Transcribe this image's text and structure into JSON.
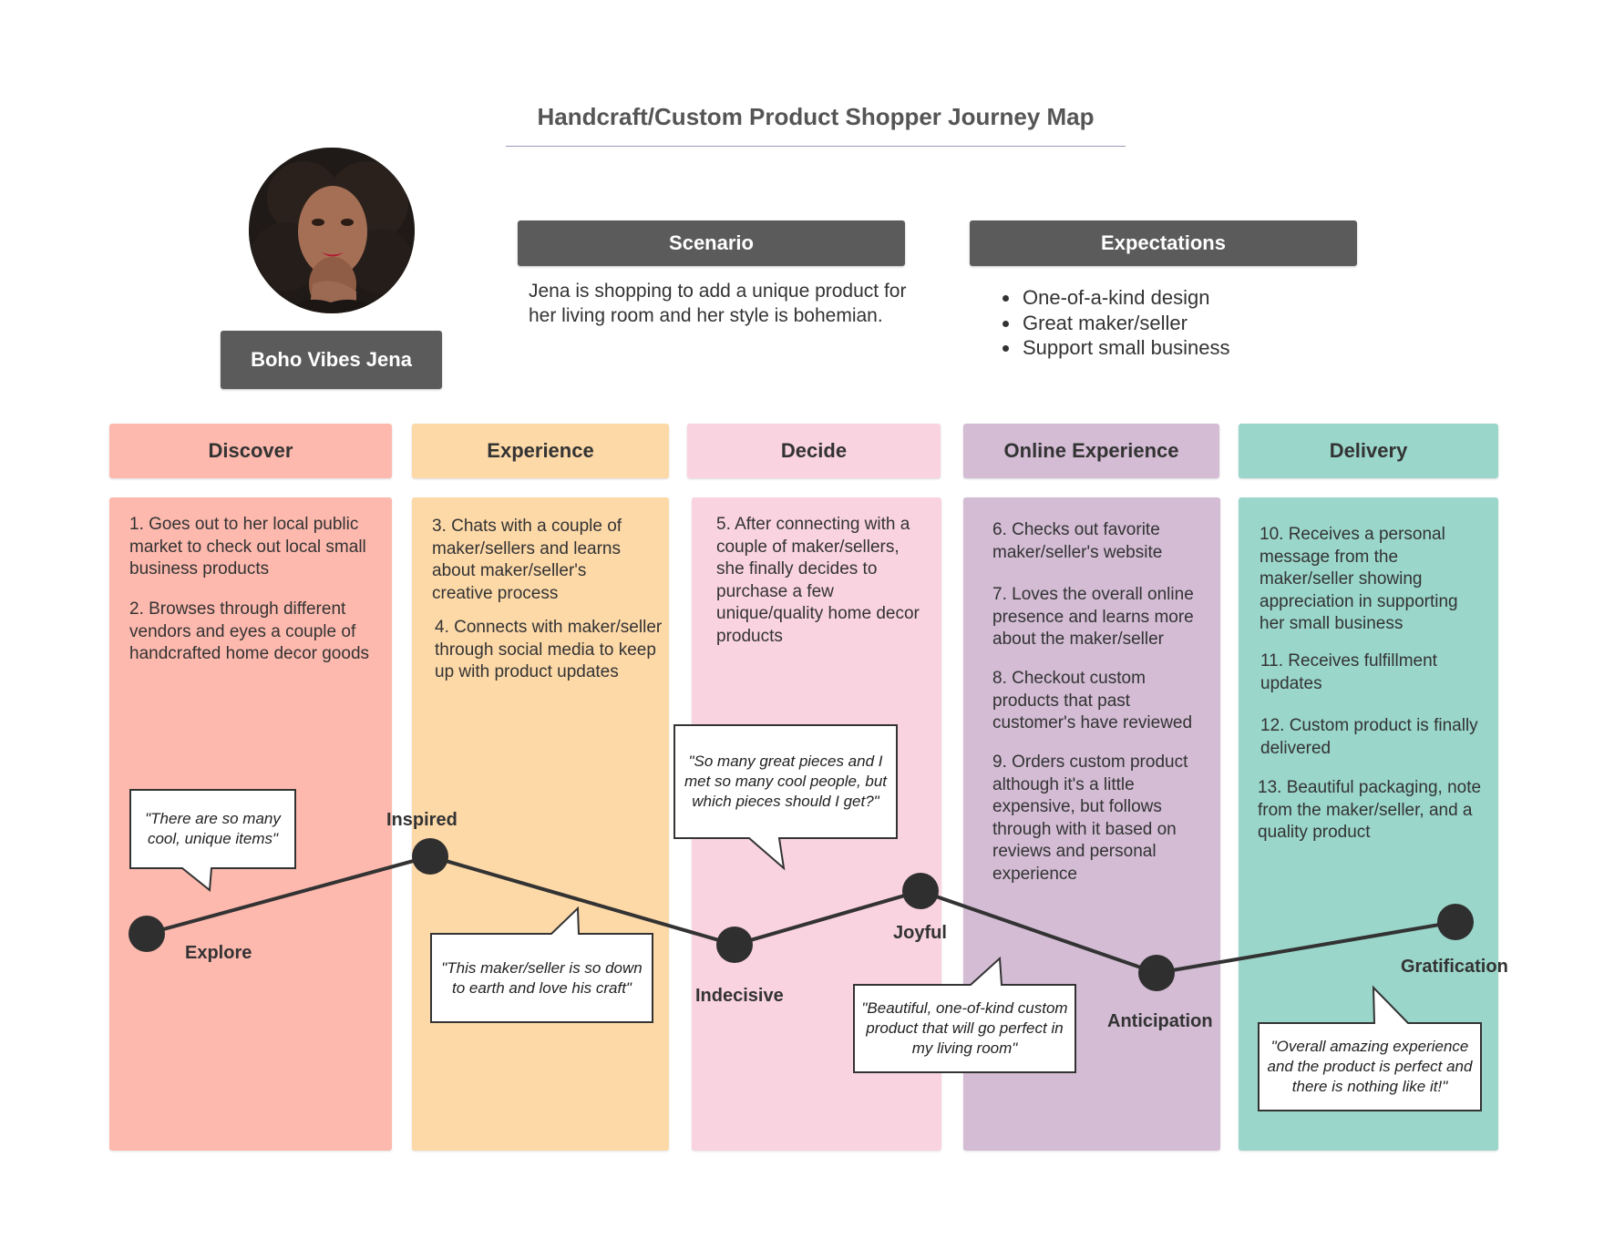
{
  "title": "Handcraft/Custom Product Shopper Journey Map",
  "persona": {
    "name": "Boho Vibes Jena",
    "photo": "portrait-photo"
  },
  "scenario": {
    "heading": "Scenario",
    "text": "Jena is shopping to add a unique product for her living room and her style is bohemian."
  },
  "expectations": {
    "heading": "Expectations",
    "items": [
      "One-of-a-kind design",
      "Great maker/seller",
      "Support small business"
    ]
  },
  "stages": [
    {
      "name": "Discover",
      "color": "#fdb9ae",
      "steps": [
        "1.  Goes out to her local public market to check out local small business products",
        "2.  Browses through different vendors and eyes a couple of handcrafted home decor goods"
      ]
    },
    {
      "name": "Experience",
      "color": "#fdd9a8",
      "steps": [
        "3. Chats with a couple of maker/sellers and learns about maker/seller's creative process",
        "4.  Connects with maker/seller through social media to keep up with product updates"
      ]
    },
    {
      "name": "Decide",
      "color": "#f9d3df",
      "steps": [
        "5. After connecting with a couple of maker/sellers, she finally decides to purchase a few unique/quality home decor products"
      ]
    },
    {
      "name": "Online Experience",
      "color": "#d3bcd4",
      "steps": [
        "6. Checks out favorite maker/seller's website",
        "7. Loves the overall online presence and learns more about the maker/seller",
        "8. Checkout custom products that past customer's have reviewed",
        "9. Orders custom product although it's a little expensive, but follows through with it based on reviews and personal experience"
      ]
    },
    {
      "name": "Delivery",
      "color": "#9ad6ca",
      "steps": [
        "10.  Receives a personal message from the maker/seller showing appreciation in supporting her small business",
        "11. Receives fulfillment updates",
        "12. Custom product is finally delivered",
        "13. Beautiful packaging, note from the maker/seller, and a quality product"
      ]
    }
  ],
  "emotions": [
    "Explore",
    "Inspired",
    "Indecisive",
    "Joyful",
    "Anticipation",
    "Gratification"
  ],
  "quotes": [
    "\"There are so many cool, unique items\"",
    "\"This maker/seller is so down to earth and love his craft\"",
    "\"So many great pieces and I met so many cool people, but which pieces should I get?\"",
    "\"Beautiful, one-of-kind custom product that will go perfect in my living room\"",
    "\"Overall amazing experience and the product is perfect and there is nothing like it!\""
  ],
  "colors": {
    "dark_box": "#5b5b5b",
    "line": "#333333",
    "node": "#2f2f2f"
  }
}
